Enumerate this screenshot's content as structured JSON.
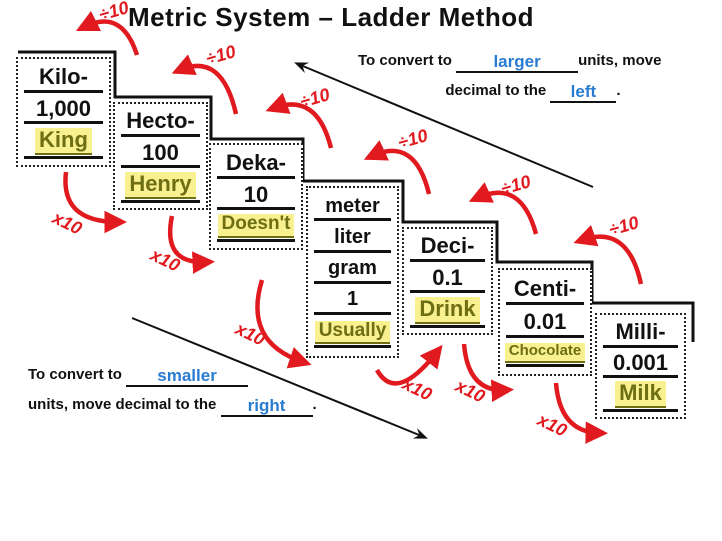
{
  "title": "Metric System – Ladder Method",
  "instructions": {
    "to_larger": {
      "part1": "To convert to",
      "blank1": "larger",
      "part2": "units, move",
      "part3": "decimal to the",
      "blank2": "left",
      "end": "."
    },
    "to_smaller": {
      "part1": "To convert to",
      "blank1": "smaller",
      "part2": "units, move decimal to the",
      "blank2": "right",
      "end": "."
    }
  },
  "ladder": {
    "steps": [
      {
        "prefix": "Kilo-",
        "value": "1,000",
        "keyword": "King"
      },
      {
        "prefix": "Hecto-",
        "value": "100",
        "keyword": "Henry"
      },
      {
        "prefix": "Deka-",
        "value": "10",
        "keyword": "Doesn't"
      },
      {
        "unit1": "meter",
        "unit2": "liter",
        "unit3": "gram",
        "value": "1",
        "keyword": "Usually"
      },
      {
        "prefix": "Deci-",
        "value": "0.1",
        "keyword": "Drink"
      },
      {
        "prefix": "Centi-",
        "value": "0.01",
        "keyword": "Chocolate"
      },
      {
        "prefix": "Milli-",
        "value": "0.001",
        "keyword": "Milk"
      }
    ]
  },
  "arrows": {
    "divide_label": "÷10",
    "multiply_label": "x10"
  },
  "colors": {
    "red": "#e01a1e",
    "blue": "#2a7cd1",
    "highlight": "#f9f18f",
    "mnemonic_text": "#6e6e14",
    "ink": "#111111"
  }
}
